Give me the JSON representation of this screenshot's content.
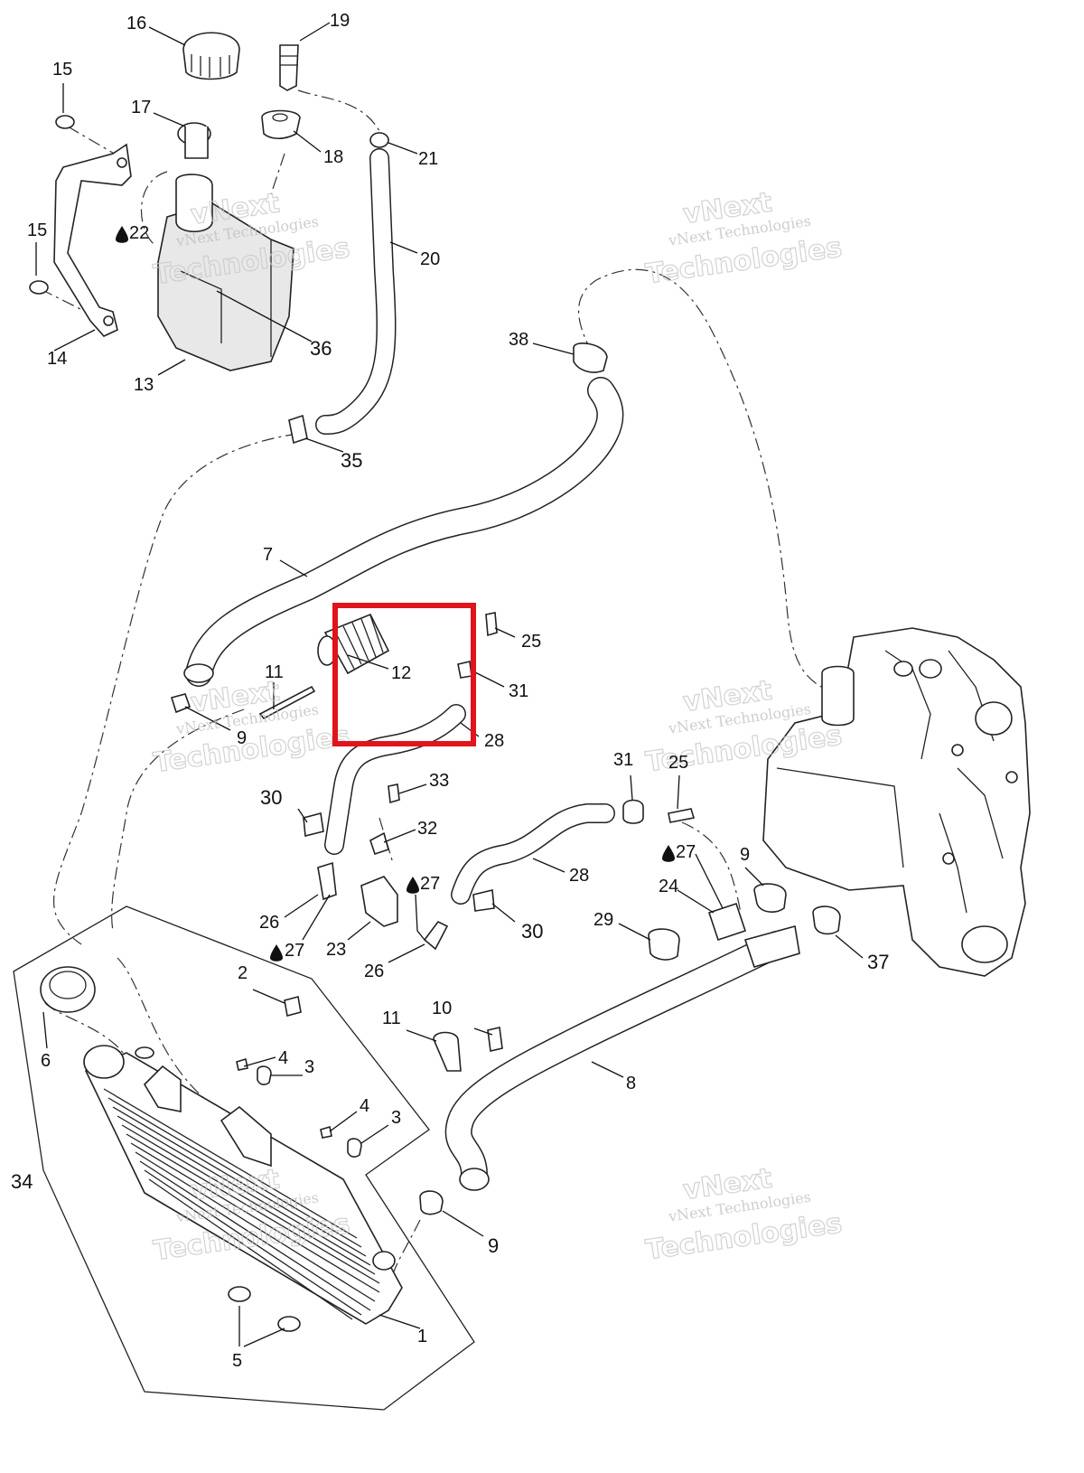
{
  "callouts": [
    {
      "id": "c1",
      "label": "1"
    },
    {
      "id": "c2",
      "label": "2"
    },
    {
      "id": "c3a",
      "label": "3"
    },
    {
      "id": "c3b",
      "label": "3"
    },
    {
      "id": "c4a",
      "label": "4"
    },
    {
      "id": "c4b",
      "label": "4"
    },
    {
      "id": "c5",
      "label": "5"
    },
    {
      "id": "c6",
      "label": "6"
    },
    {
      "id": "c7",
      "label": "7"
    },
    {
      "id": "c8",
      "label": "8"
    },
    {
      "id": "c9a",
      "label": "9"
    },
    {
      "id": "c9b",
      "label": "9"
    },
    {
      "id": "c9c",
      "label": "9"
    },
    {
      "id": "c10",
      "label": "10"
    },
    {
      "id": "c11a",
      "label": "11"
    },
    {
      "id": "c11b",
      "label": "11"
    },
    {
      "id": "c12",
      "label": "12"
    },
    {
      "id": "c13",
      "label": "13"
    },
    {
      "id": "c14",
      "label": "14"
    },
    {
      "id": "c15a",
      "label": "15"
    },
    {
      "id": "c15b",
      "label": "15"
    },
    {
      "id": "c16",
      "label": "16"
    },
    {
      "id": "c17",
      "label": "17"
    },
    {
      "id": "c18",
      "label": "18"
    },
    {
      "id": "c19",
      "label": "19"
    },
    {
      "id": "c20",
      "label": "20"
    },
    {
      "id": "c21",
      "label": "21"
    },
    {
      "id": "c22",
      "label": "22"
    },
    {
      "id": "c23",
      "label": "23"
    },
    {
      "id": "c24",
      "label": "24"
    },
    {
      "id": "c25a",
      "label": "25"
    },
    {
      "id": "c25b",
      "label": "25"
    },
    {
      "id": "c26a",
      "label": "26"
    },
    {
      "id": "c26b",
      "label": "26"
    },
    {
      "id": "c27a",
      "label": "27"
    },
    {
      "id": "c27b",
      "label": "27"
    },
    {
      "id": "c27c",
      "label": "27"
    },
    {
      "id": "c28a",
      "label": "28"
    },
    {
      "id": "c28b",
      "label": "28"
    },
    {
      "id": "c29",
      "label": "29"
    },
    {
      "id": "c30a",
      "label": "30"
    },
    {
      "id": "c30b",
      "label": "30"
    },
    {
      "id": "c31a",
      "label": "31"
    },
    {
      "id": "c31b",
      "label": "31"
    },
    {
      "id": "c32",
      "label": "32"
    },
    {
      "id": "c33",
      "label": "33"
    },
    {
      "id": "c34",
      "label": "34"
    },
    {
      "id": "c35",
      "label": "35"
    },
    {
      "id": "c36",
      "label": "36"
    },
    {
      "id": "c37",
      "label": "37"
    },
    {
      "id": "c38",
      "label": "38"
    }
  ],
  "watermark": {
    "line1": "vNext Technologies",
    "big_top": "vNext",
    "big_bottom": "Technologies"
  },
  "colors": {
    "highlight": "#e0141b",
    "line": "#222222",
    "watermark": "#bdbdbd"
  },
  "icons": {
    "sealant_drop": "drop-icon"
  }
}
